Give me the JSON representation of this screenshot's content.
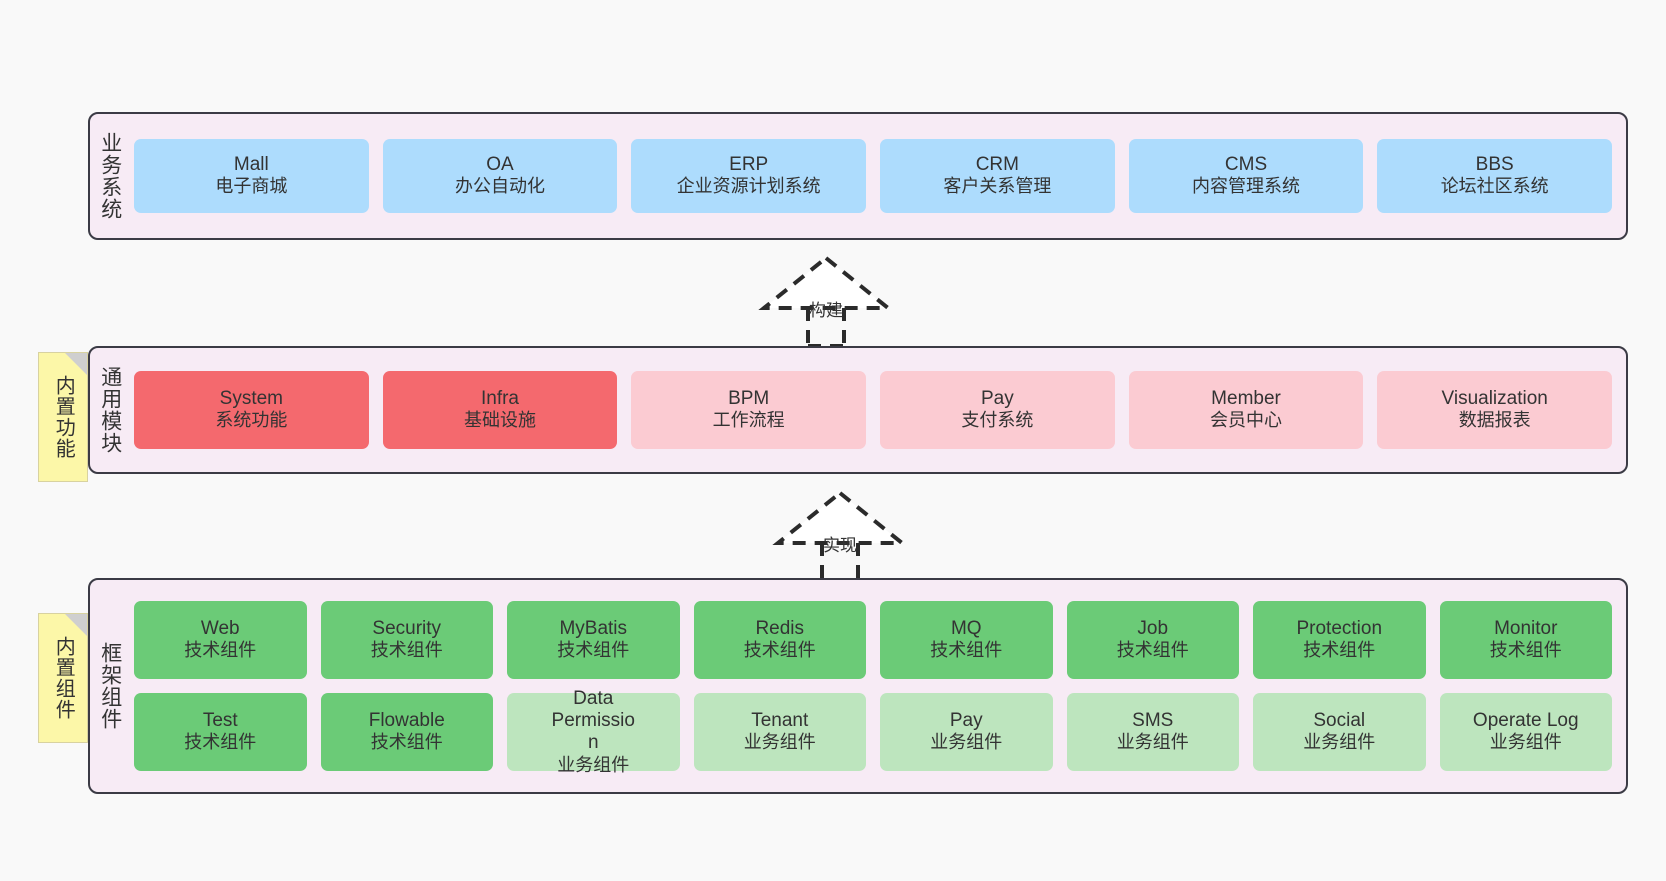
{
  "layers": [
    {
      "id": "business-system",
      "title": "业务系统",
      "rows": [
        [
          {
            "en": "Mall",
            "cn": "电子商城",
            "color": "blue"
          },
          {
            "en": "OA",
            "cn": "办公自动化",
            "color": "blue"
          },
          {
            "en": "ERP",
            "cn": "企业资源计划系统",
            "color": "blue"
          },
          {
            "en": "CRM",
            "cn": "客户关系管理",
            "color": "blue"
          },
          {
            "en": "CMS",
            "cn": "内容管理系统",
            "color": "blue"
          },
          {
            "en": "BBS",
            "cn": "论坛社区系统",
            "color": "blue"
          }
        ]
      ]
    },
    {
      "id": "common-module",
      "title": "通用模块",
      "note": "内置功能",
      "rows": [
        [
          {
            "en": "System",
            "cn": "系统功能",
            "color": "red"
          },
          {
            "en": "Infra",
            "cn": "基础设施",
            "color": "red"
          },
          {
            "en": "BPM",
            "cn": "工作流程",
            "color": "pink"
          },
          {
            "en": "Pay",
            "cn": "支付系统",
            "color": "pink"
          },
          {
            "en": "Member",
            "cn": "会员中心",
            "color": "pink"
          },
          {
            "en": "Visualization",
            "cn": "数据报表",
            "color": "pink"
          }
        ]
      ]
    },
    {
      "id": "framework-component",
      "title": "框架组件",
      "note": "内置组件",
      "rows": [
        [
          {
            "en": "Web",
            "cn": "技术组件",
            "color": "green"
          },
          {
            "en": "Security",
            "cn": "技术组件",
            "color": "green"
          },
          {
            "en": "MyBatis",
            "cn": "技术组件",
            "color": "green"
          },
          {
            "en": "Redis",
            "cn": "技术组件",
            "color": "green"
          },
          {
            "en": "MQ",
            "cn": "技术组件",
            "color": "green"
          },
          {
            "en": "Job",
            "cn": "技术组件",
            "color": "green"
          },
          {
            "en": "Protection",
            "cn": "技术组件",
            "color": "green"
          },
          {
            "en": "Monitor",
            "cn": "技术组件",
            "color": "green"
          }
        ],
        [
          {
            "en": "Test",
            "cn": "技术组件",
            "color": "green"
          },
          {
            "en": "Flowable",
            "cn": "技术组件",
            "color": "green"
          },
          {
            "en": "Data Permission",
            "cn": "业务组件",
            "color": "lightgreen"
          },
          {
            "en": "Tenant",
            "cn": "业务组件",
            "color": "lightgreen"
          },
          {
            "en": "Pay",
            "cn": "业务组件",
            "color": "lightgreen"
          },
          {
            "en": "SMS",
            "cn": "业务组件",
            "color": "lightgreen"
          },
          {
            "en": "Social",
            "cn": "业务组件",
            "color": "lightgreen"
          },
          {
            "en": "Operate Log",
            "cn": "业务组件",
            "color": "lightgreen"
          }
        ]
      ]
    }
  ],
  "connectors": [
    {
      "id": "build",
      "label": "构建"
    },
    {
      "id": "realize",
      "label": "实现"
    }
  ],
  "colors": {
    "canvas_background": "#F9F9F9",
    "panel_background": "#F7EBF5",
    "panel_border": "#3B3B45",
    "blue": "#ADDCFD",
    "red": "#F4696E",
    "pink": "#FBCBD2",
    "green": "#6BCB77",
    "lightgreen": "#BDE5BE",
    "note_background": "#FCF7A8",
    "note_fold": "#CFCFCF",
    "text": "#333333"
  }
}
